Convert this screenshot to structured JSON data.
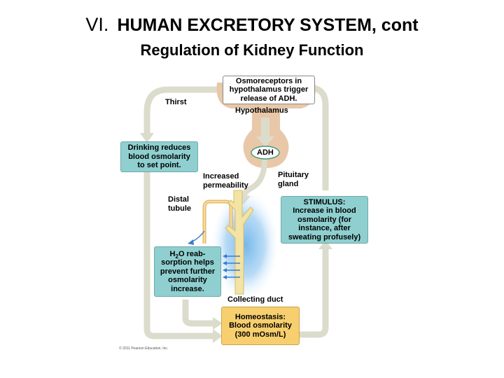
{
  "slide": {
    "title_prefix": "VI.",
    "title": "HUMAN EXCRETORY SYSTEM, cont",
    "subtitle": "Regulation of Kidney Function"
  },
  "diagram": {
    "osmoreceptors_box": [
      "Osmoreceptors in",
      "hypothalamus trigger",
      "release of ADH."
    ],
    "hypothalamus_label": "Hypothalamus",
    "adh_label": "ADH",
    "thirst_label": "Thirst",
    "drinking_box": [
      "Drinking reduces",
      "blood osmolarity",
      "to set point."
    ],
    "increased_permeability_label": [
      "Increased",
      "permeability"
    ],
    "pituitary_label": [
      "Pituitary",
      "gland"
    ],
    "distal_tubule_label": [
      "Distal",
      "tubule"
    ],
    "stimulus_box": [
      "STIMULUS:",
      "Increase in blood",
      "osmolarity (for",
      "instance, after",
      "sweating profusely)"
    ],
    "h2o_box": {
      "line1_prefix": "H",
      "line1_sub": "2",
      "line1_suffix": "O reab-",
      "rest": [
        "sorption helps",
        "prevent further",
        "osmolarity",
        "increase."
      ]
    },
    "collecting_duct_label": "Collecting duct",
    "homeostasis_box": [
      "Homeostasis:",
      "Blood osmolarity",
      "(300 mOsm/L)"
    ],
    "copyright": "© 2011 Pearson Education, Inc."
  },
  "colors": {
    "teal": "#8fcfcf",
    "tan_box": "#f7cf6e",
    "arrow_gray": "#dcdccc",
    "hypothalamus": "#e8c8a8",
    "duct": "#f3e3a4",
    "glow": "#5aaae6",
    "water_arrow": "#3a7ec8"
  }
}
